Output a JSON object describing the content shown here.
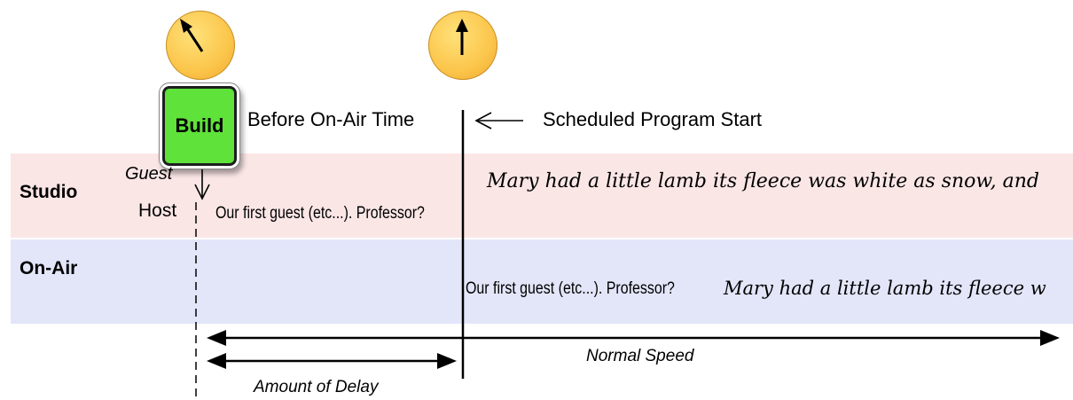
{
  "header": {
    "build_label": "Build",
    "before_on_air": "Before On-Air Time",
    "scheduled_start": "Scheduled Program Start"
  },
  "rows": {
    "studio_label": "Studio",
    "onair_label": "On-Air",
    "guest_label": "Guest",
    "host_label": "Host"
  },
  "studio_lane": {
    "host_line": "Our first guest (etc...). Professor?",
    "guest_line": "Mary had a little lamb its fleece was white as snow, and"
  },
  "onair_lane": {
    "host_line": "Our first guest (etc...). Professor?",
    "guest_line": "Mary had a little lamb its fleece w"
  },
  "timeline": {
    "normal_speed": "Normal Speed",
    "amount_of_delay": "Amount of Delay"
  },
  "colors": {
    "studio_band": "#fbe6e6",
    "onair_band": "#e3e6f9",
    "build_button": "#5fe23a",
    "clock_face": "#fbc54a"
  },
  "icons": {
    "clock_left": "clock-icon",
    "clock_right": "clock-icon"
  }
}
